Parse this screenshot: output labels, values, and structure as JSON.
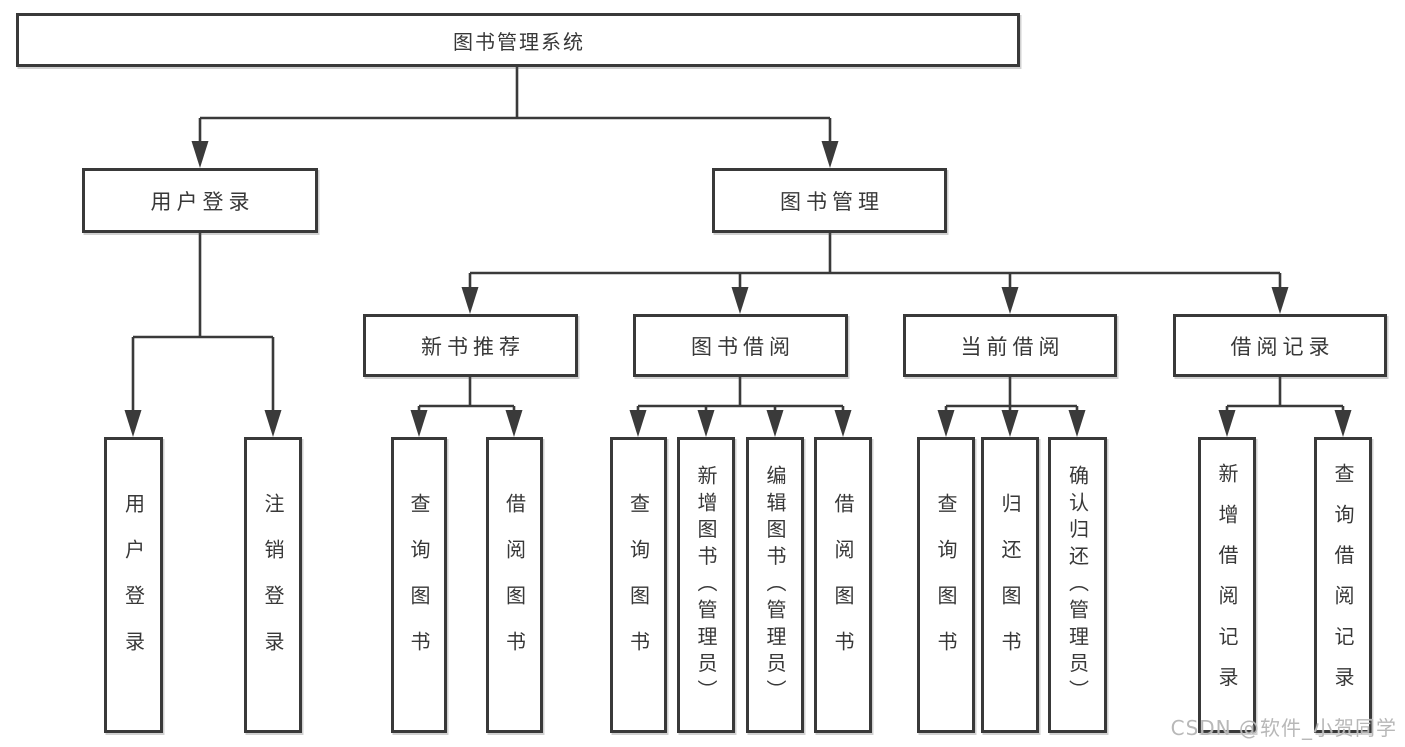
{
  "colors": {
    "line": "#3a3a3a",
    "border": "#393939",
    "text": "#383838",
    "watermark": "#b8b8b8",
    "background": "#ffffff"
  },
  "tree": {
    "root": {
      "label": "图书管理系统"
    },
    "level2": [
      {
        "label": "用户登录"
      },
      {
        "label": "图书管理"
      }
    ],
    "level3": [
      {
        "label": "新书推荐"
      },
      {
        "label": "图书借阅"
      },
      {
        "label": "当前借阅"
      },
      {
        "label": "借阅记录"
      }
    ],
    "leaves": [
      {
        "label": "用户登录"
      },
      {
        "label": "注销登录"
      },
      {
        "label": "查询图书"
      },
      {
        "label": "借阅图书"
      },
      {
        "label": "查询图书"
      },
      {
        "label": "新增图书（管理员）"
      },
      {
        "label": "编辑图书（管理员）"
      },
      {
        "label": "借阅图书"
      },
      {
        "label": "查询图书"
      },
      {
        "label": "归还图书"
      },
      {
        "label": "确认归还（管理员）"
      },
      {
        "label": "新增借阅记录"
      },
      {
        "label": "查询借阅记录"
      }
    ]
  },
  "watermark": {
    "text": "CSDN @软件_小贺同学"
  }
}
